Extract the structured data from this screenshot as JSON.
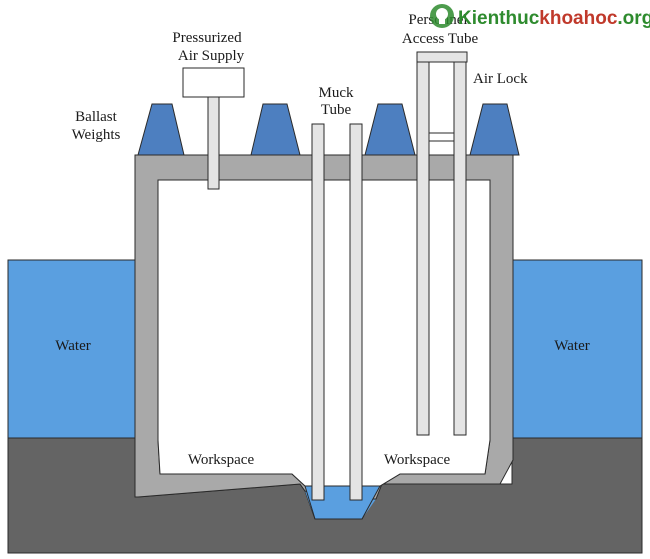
{
  "labels": {
    "pressurized_air_supply": [
      "Pressurized",
      "Air Supply"
    ],
    "ballast_weights": [
      "Ballast",
      "Weights"
    ],
    "muck_tube": [
      "Muck",
      "Tube"
    ],
    "personnel_access_tube": [
      "Personnel",
      "Access Tube"
    ],
    "air_lock": "Air Lock",
    "water_left": "Water",
    "water_right": "Water",
    "workspace_left": "Workspace",
    "workspace_right": "Workspace"
  },
  "watermark": {
    "brand_a": "Kienthuc",
    "brand_b": "khoahoc",
    "tld": ".org",
    "icon": "lightbulb-icon"
  },
  "colors": {
    "water": "#5a9fe0",
    "ground": "#646464",
    "caisson_wall": "#a9a9a9",
    "ballast": "#4d7fc0",
    "tube": "#e4e4e4",
    "watermark_brand": "#2e8b2e",
    "watermark_accent": "#c0392b"
  }
}
